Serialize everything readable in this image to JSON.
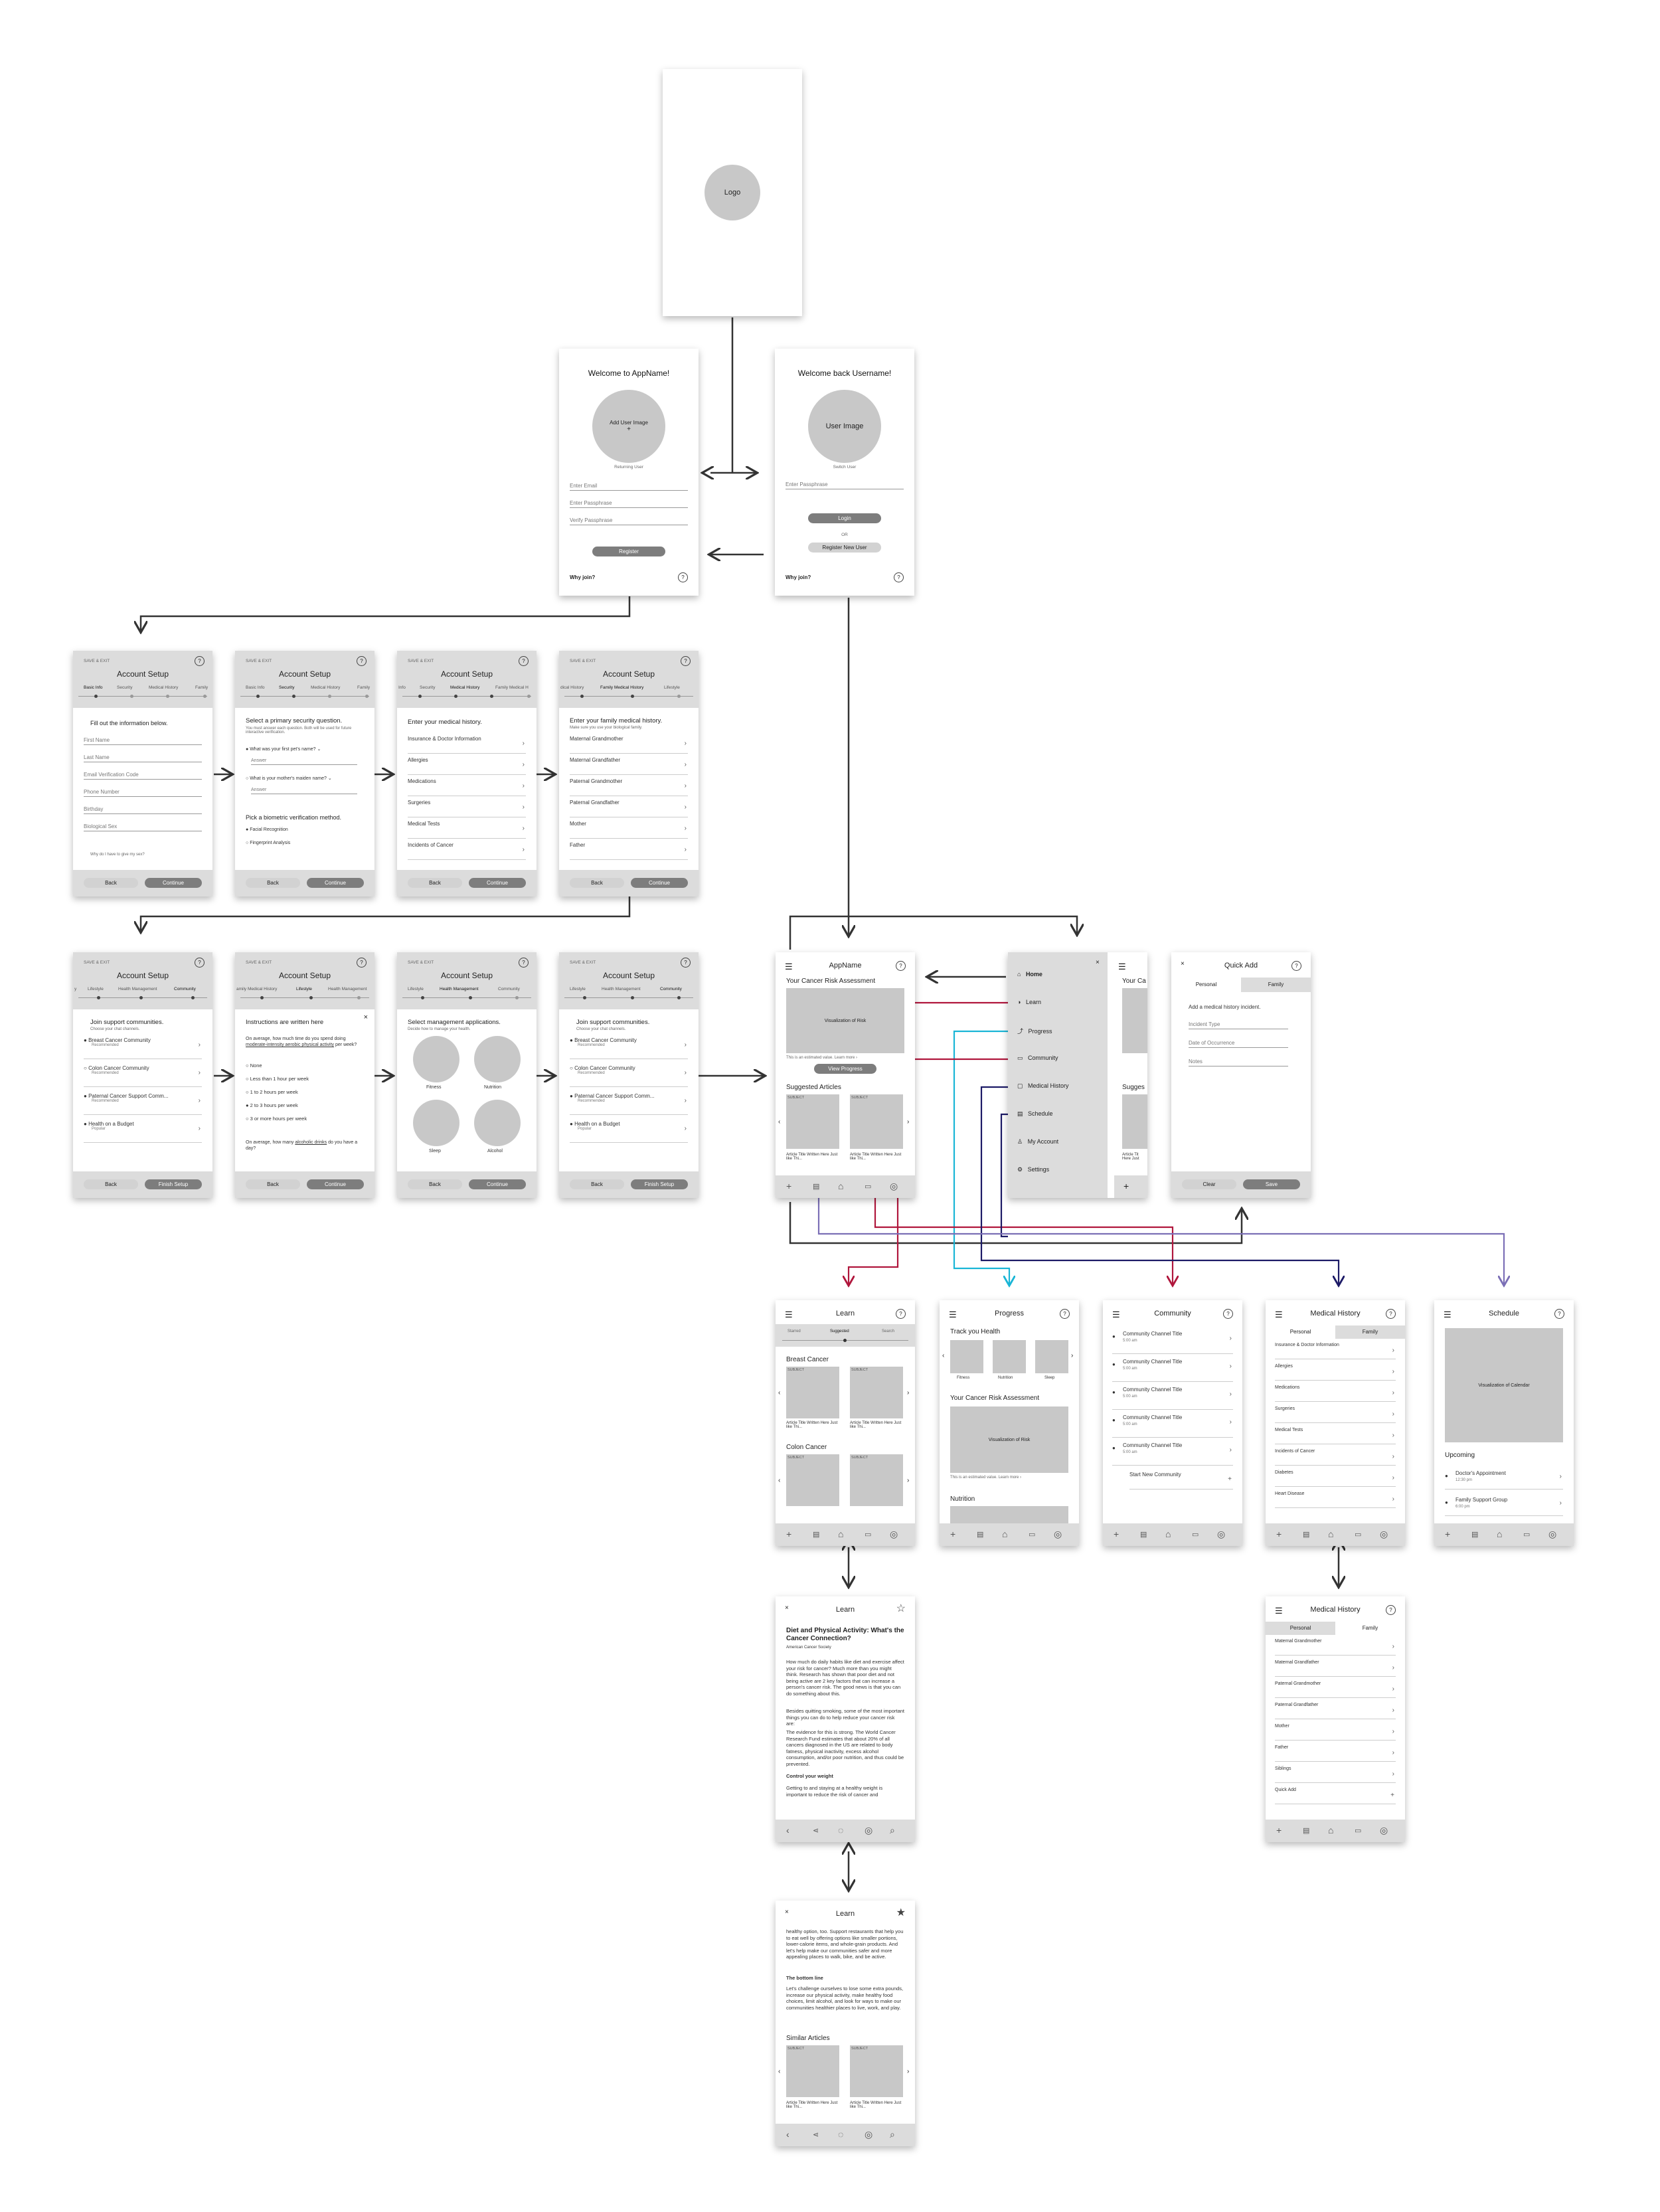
{
  "splash": {
    "logo": "Logo"
  },
  "register": {
    "title": "Welcome to AppName!",
    "avatar_line1": "Add User Image",
    "avatar_plus": "+",
    "avatar_caption": "Returning User",
    "email": "Enter Email",
    "pass": "Enter Passphrase",
    "verify": "Verify Passphrase",
    "button": "Register",
    "why": "Why join?",
    "help": "?"
  },
  "login": {
    "title": "Welcome back Username!",
    "avatar": "User Image",
    "avatar_caption": "Switch User",
    "pass": "Enter Passphrase",
    "login": "Login",
    "or": "OR",
    "register": "Register New User",
    "why": "Why join?"
  },
  "setup": {
    "save_exit": "SAVE & EXIT",
    "title": "Account Setup",
    "back": "Back",
    "continue": "Continue",
    "finish": "Finish Setup",
    "s1": {
      "tabs": [
        "Basic Info",
        "Security",
        "Medical History",
        "Family"
      ],
      "heading": "Fill out the information below.",
      "fields": [
        "First Name",
        "Last Name",
        "Email Verification Code",
        "Phone Number",
        "Birthday",
        "Biological Sex"
      ],
      "note": "Why do I have to give my sex?"
    },
    "s2": {
      "tabs": [
        "Basic Info",
        "Security",
        "Medical History",
        "Family"
      ],
      "heading": "Select a primary security question.",
      "sub": "You must answer each question. Both will be used for future interactive verification.",
      "q1": "What was your first pet's name?",
      "q2": "What is your mother's maiden name?",
      "answer": "Answer",
      "bio": "Pick a biometric verification method.",
      "opt1": "Facial Recognition",
      "opt2": "Fingerprint Analysis"
    },
    "s3": {
      "tabs": [
        "Info",
        "Security",
        "Medical History",
        "Family Medical H"
      ],
      "heading": "Enter your medical history.",
      "rows": [
        "Insurance & Doctor Information",
        "Allergies",
        "Medications",
        "Surgeries",
        "Medical Tests",
        "Incidents of Cancer"
      ]
    },
    "s4": {
      "tabs": [
        "dical History",
        "Family Medical History",
        "Lifestyle"
      ],
      "heading": "Enter your family medical history.",
      "sub": "Make sure you use your biological family.",
      "rows": [
        "Maternal Grandmother",
        "Maternal Grandfather",
        "Paternal Grandmother",
        "Paternal Grandfather",
        "Mother",
        "Father"
      ]
    },
    "s5": {
      "tabs": [
        "y",
        "Lifestyle",
        "Health Management",
        "Community"
      ],
      "heading": "Join support communities.",
      "sub": "Choose your chat channels.",
      "rows": [
        {
          "name": "Breast Cancer Community",
          "tag": "Recommended"
        },
        {
          "name": "Colon Cancer Community",
          "tag": "Recommended"
        },
        {
          "name": "Paternal Cancer Support Comm...",
          "tag": "Recommended"
        },
        {
          "name": "Health on a Budget",
          "tag": "Popular"
        }
      ]
    },
    "s6": {
      "tabs": [
        "amily Medical History",
        "Lifestyle",
        "Health Management"
      ],
      "heading": "Instructions are written here",
      "q1a": "On average, how much time do you spend doing ",
      "q1link": "moderate-intensity aerobic physical activity",
      "q1b": " per week?",
      "opts": [
        "None",
        "Less than 1 hour per week",
        "1 to 2 hours per week",
        "2 to 3 hours per week",
        "3 or more hours per week"
      ],
      "q2a": "On average, how many ",
      "q2link": "alcoholic drinks",
      "q2b": " do you have a day?"
    },
    "s7": {
      "tabs": [
        "Lifestyle",
        "Health Management",
        "Community"
      ],
      "heading": "Select management applications.",
      "sub": "Decide how to manage your health.",
      "apps": [
        "Fitness",
        "Nutrition",
        "Sleep",
        "Alcohol"
      ]
    },
    "s8": {
      "tabs": [
        "Lifestyle",
        "Health Management",
        "Community"
      ],
      "heading": "Join support communities.",
      "sub": "Choose your chat channels."
    }
  },
  "home": {
    "title": "AppName",
    "risk": "Your Cancer Risk Assessment",
    "viz": "Visualization of Risk",
    "note": "This is an estimated value. Learn more ›",
    "progress": "View Progress",
    "suggested": "Suggested Articles",
    "subject": "SUBJECT",
    "art": "Article Title Written Here Just like Thi..."
  },
  "drawer": {
    "items": [
      "Home",
      "Learn",
      "Progress",
      "Community",
      "Medical History",
      "Schedule",
      "My Account",
      "Settings"
    ],
    "peek_title": "Your Ca",
    "peek_sug": "Sugges",
    "peek_art": "Article Tit Here Just"
  },
  "quickadd": {
    "title": "Quick Add",
    "tabs": [
      "Personal",
      "Family"
    ],
    "heading": "Add a medical history incident.",
    "fields": [
      "Incident Type",
      "Date of Occurrence",
      "Notes"
    ],
    "clear": "Clear",
    "save": "Save"
  },
  "learn": {
    "title": "Learn",
    "tabs": [
      "Starred",
      "Suggested",
      "Search"
    ],
    "sec1": "Breast Cancer",
    "sec2": "Colon Cancer"
  },
  "progress": {
    "title": "Progress",
    "track": "Track you Health",
    "items": [
      "Fitness",
      "Nutrition",
      "Sleep"
    ],
    "risk": "Your Cancer Risk Assessment",
    "viz": "Visualization of Risk",
    "note": "This is an estimated value. Learn more ›",
    "nutrition": "Nutrition"
  },
  "community": {
    "title": "Community",
    "channel": "Community Channel Title",
    "time": "5:00 am",
    "new": "Start New Community"
  },
  "medhist": {
    "title": "Medical History",
    "tabs": [
      "Personal",
      "Family"
    ],
    "rows": [
      "Insurance & Doctor Information",
      "Allergies",
      "Medications",
      "Surgeries",
      "Medical Tests",
      "Incidents of Cancer",
      "Diabetes",
      "Heart Disease"
    ]
  },
  "medfam": {
    "rows": [
      "Maternal Grandmother",
      "Maternal Grandfather",
      "Paternal Grandmother",
      "Paternal Grandfather",
      "Mother",
      "Father",
      "Siblings",
      "Quick Add"
    ]
  },
  "schedule": {
    "title": "Schedule",
    "viz": "Visualization of Calendar",
    "upcoming": "Upcoming",
    "e1": "Doctor's Appointment",
    "t1": "12:30 pm",
    "e2": "Family Support Group",
    "t2": "6:00 pm"
  },
  "article": {
    "title": "Learn",
    "headline": "Diet and Physical Activity: What's the Cancer Connection?",
    "source": "American Cancer Society",
    "p1": "How much do daily habits like diet and exercise affect your risk for cancer? Much more than you might think. Research has shown that poor diet and not being active are 2 key factors that can increase a person's cancer risk. The good news is that you can do something about this.",
    "p2": "Besides quitting smoking, some of the most important things you can do to help reduce your cancer risk are:",
    "p3": "The evidence for this is strong. The World Cancer Research Fund estimates that about 20% of all cancers diagnosed in the US are related to body fatness, physical inactivity, excess alcohol consumption, and/or poor nutrition, and thus could be prevented.",
    "h1": "Control your weight",
    "p4": "Getting to and staying at a healthy weight is important to reduce the risk of cancer and"
  },
  "article2": {
    "p0": "healthy option, too. Support restaurants that help you to eat well by offering options like smaller portions, lower-calorie items, and whole-grain products. And let's help make our communities safer and more appealing places to walk, bike, and be active.",
    "h": "The bottom line",
    "p1": "Let's challenge ourselves to lose some extra pounds, increase our physical activity, make healthy food choices, limit alcohol, and look for ways to make our communities healthier places to live, work, and play.",
    "similar": "Similar Articles"
  },
  "colors": {
    "red": "#b0163c",
    "cyan": "#19b5d6",
    "navy": "#1c1a66",
    "purple": "#7b6fb6",
    "dark": "#333333"
  }
}
